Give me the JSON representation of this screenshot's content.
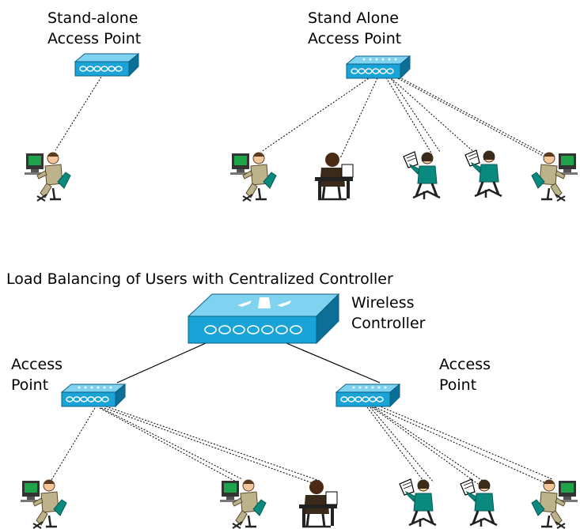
{
  "labels": {
    "ap_standalone_1": [
      "Stand-alone",
      "Access Point"
    ],
    "ap_standalone_2": [
      "Stand Alone",
      "Access Point"
    ],
    "heading": "Load Balancing of Users with Centralized Controller",
    "controller": [
      "Wireless",
      "Controller"
    ],
    "ap_left": [
      "Access",
      "Point"
    ],
    "ap_right": [
      "Access",
      "Point"
    ]
  },
  "colors": {
    "device_fill": "#19a3d6",
    "device_top": "#7fd3f0",
    "device_side": "#0c6f98",
    "user_skin": "#f4c79a",
    "user_shirt": "#bdb38a",
    "user_dark": "#5a3a22",
    "chair": "#0a8a7f",
    "monitor_screen": "#1fa34a"
  },
  "icons": {
    "access_point": "wireless-access-point-icon",
    "controller": "wireless-controller-icon",
    "user": "wireless-user-icon"
  }
}
